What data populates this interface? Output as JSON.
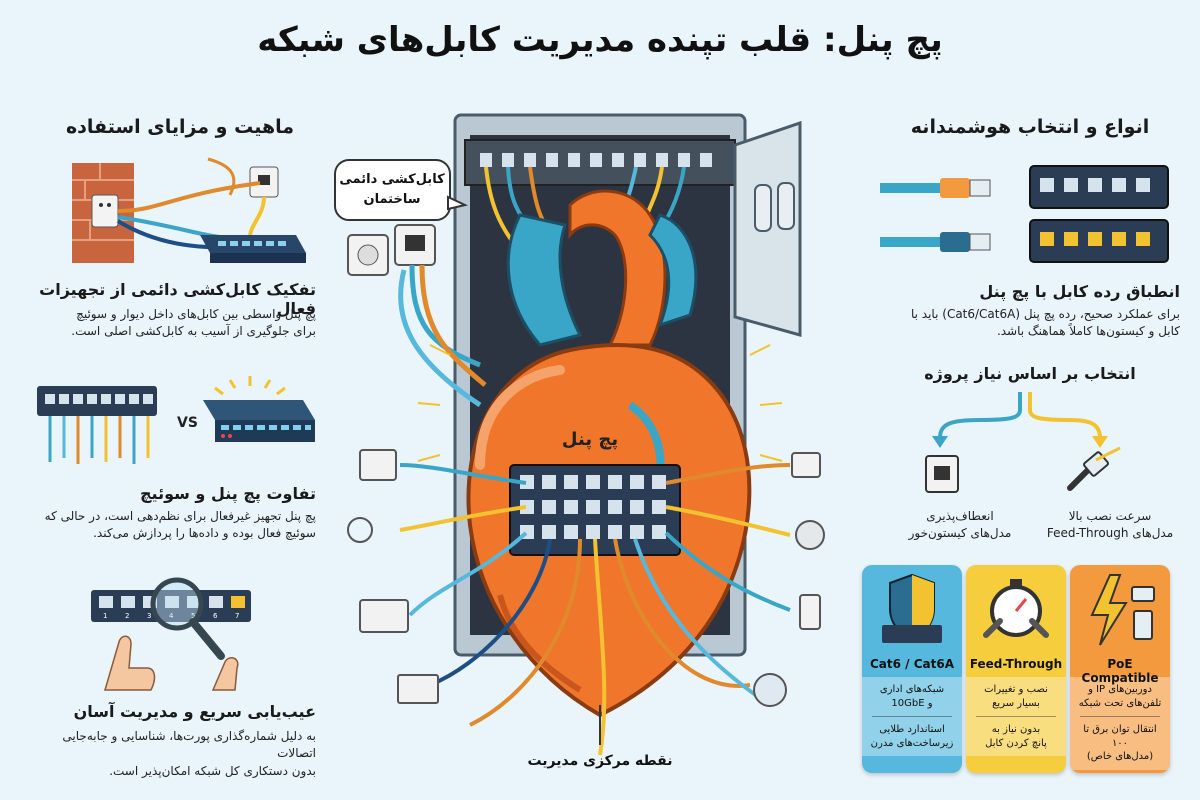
{
  "title": "پچ پنل: قلب تپنده مدیریت کابل‌های شبکه",
  "left": {
    "heading": "ماهیت و مزایای استفاده",
    "items": [
      {
        "title": "تفکیک کابل‌کشی دائمی از تجهیزات فعال",
        "desc": [
          "پچ پنل واسطی بین کابل‌های داخل دیوار و سوئیچ",
          "برای جلوگیری از آسیب به کابل‌کشی اصلی است."
        ]
      },
      {
        "title": "تفاوت پچ پنل و سوئیچ",
        "desc": [
          "پچ پنل تجهیز غیرفعال برای نظم‌دهی است، در حالی که",
          "سوئیچ فعال بوده و داده‌ها را پردازش می‌کند."
        ]
      },
      {
        "title": "عیب‌یابی سریع و مدیریت آسان",
        "desc": [
          "به دلیل شماره‌گذاری پورت‌ها، شناسایی و جابه‌جایی اتصالات",
          "بدون دستکاری کل شبکه امکان‌پذیر است."
        ]
      }
    ],
    "vs_label": "VS",
    "port_numbers": [
      "1",
      "2",
      "3",
      "4",
      "5",
      "6",
      "7"
    ]
  },
  "center": {
    "bubble": [
      "کابل‌کشی دائمی",
      "ساختمان"
    ],
    "heart_label": "پچ پنل",
    "bottom_label": "نقطه مرکزی مدیریت"
  },
  "right": {
    "heading": "انواع و انتخاب هوشمندانه",
    "match_title": "انطباق رده کابل با پچ پنل",
    "match_desc": [
      "برای عملکرد صحیح، رده پچ پنل (Cat6/Cat6A) باید با",
      "کابل و کیستون‌ها کاملاً هماهنگ باشد."
    ],
    "choose_title": "انتخاب بر اساس نیاز پروژه",
    "options": [
      {
        "lines": [
          "انعطاف‌پذیری",
          "مدل‌های کیستون‌خور"
        ]
      },
      {
        "lines": [
          "سرعت نصب بالا",
          "مدل‌های Feed-Through"
        ]
      }
    ],
    "cards": [
      {
        "title": "Cat6 / Cat6A",
        "lines1": [
          "شبکه‌های اداری",
          "و 10GbE"
        ],
        "lines2": [
          "استاندارد طلایی",
          "زیرساخت‌های مدرن"
        ],
        "color": "#56b8dd"
      },
      {
        "title": "Feed-Through",
        "lines1": [
          "نصب و تغییرات",
          "بسیار سریع"
        ],
        "lines2": [
          "بدون نیاز به",
          "پانچ کردن کابل"
        ],
        "color": "#f6cd3c"
      },
      {
        "title": "PoE Compatible",
        "lines1": [
          "دوربین‌های IP و",
          "تلفن‌های تحت شبکه"
        ],
        "lines2": [
          "انتقال توان برق تا ۱۰۰",
          "(مدل‌های خاص)"
        ],
        "color": "#f39a3e"
      }
    ]
  },
  "colors": {
    "background": "#eaf4fb",
    "heart": "#f0762b",
    "vessel": "#3aa6c7",
    "rack": "#b9c8d3"
  }
}
